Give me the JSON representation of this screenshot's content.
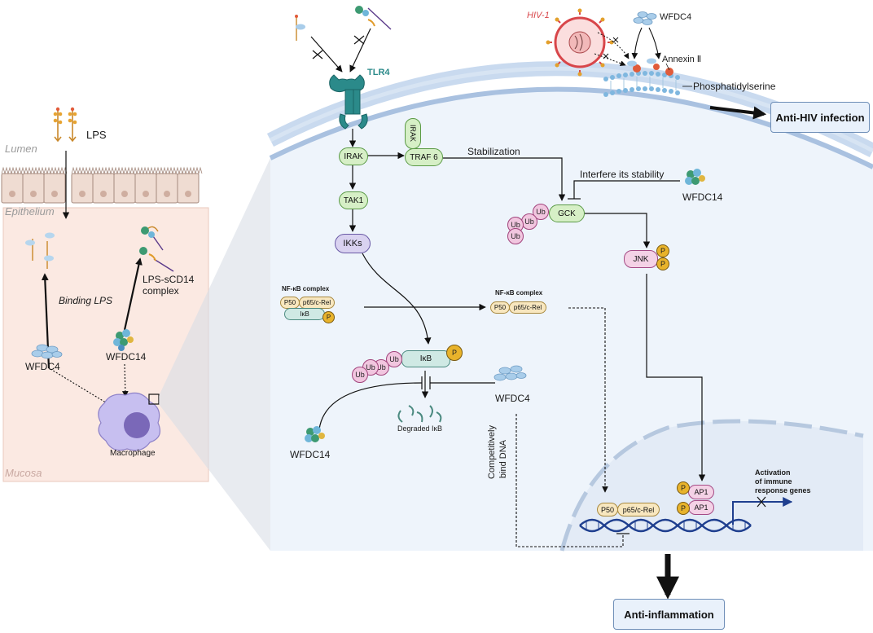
{
  "left": {
    "lumen": "Lumen",
    "lps": "LPS",
    "epithelium": "Epithelium",
    "mucosa": "Mucosa",
    "binding_lps": "Binding LPS",
    "lps_scd14_line1": "LPS-sCD14",
    "lps_scd14_line2": "complex",
    "wfdc4": "WFDC4",
    "wfdc14": "WFDC14",
    "macrophage": "Macrophage"
  },
  "top": {
    "tlr4": "TLR4",
    "hiv": "HIV-1",
    "wfdc4": "WFDC4",
    "annexin": "Annexin Ⅱ",
    "phosphatidylserine": "Phosphatidylserine",
    "anti_hiv": "Anti-HIV infection"
  },
  "pathway": {
    "irak": "IRAK",
    "irak2": "IRAK",
    "traf6": "TRAF 6",
    "stabilization": "Stabilization",
    "interfere": "Interfere its stability",
    "wfdc14_a": "WFDC14",
    "tak1": "TAK1",
    "ikks": "IKKs",
    "gck": "GCK",
    "ub": "Ub",
    "jnk": "JNK",
    "p": "P",
    "nfkb_complex": "NF-κB complex",
    "p50": "P50",
    "p65": "p65/c-Rel",
    "ikb": "IκB",
    "degraded_ikb": "Degraded IκB",
    "wfdc4_b": "WFDC4",
    "wfdc14_b": "WFDC14",
    "competitively_line1": "Competitively",
    "competitively_line2": "bind DNA",
    "ap1": "AP1",
    "activation_line1": "Activation",
    "activation_line2": "of immune",
    "activation_line3": "response genes",
    "anti_inflammation": "Anti-inflammation"
  },
  "colors": {
    "cell_fill": "#eef4fb",
    "membrane": "#b9cde4",
    "mucosa_fill": "#fbe9e2",
    "green_node": "#d6efc6",
    "purple_node": "#d9d2f0",
    "ub_pink": "#f1c6df",
    "phospho_gold": "#e8b32b",
    "dna_blue": "#1f3f8f",
    "tlr4_teal": "#2b8a8a",
    "hiv_red": "#d8464a"
  }
}
